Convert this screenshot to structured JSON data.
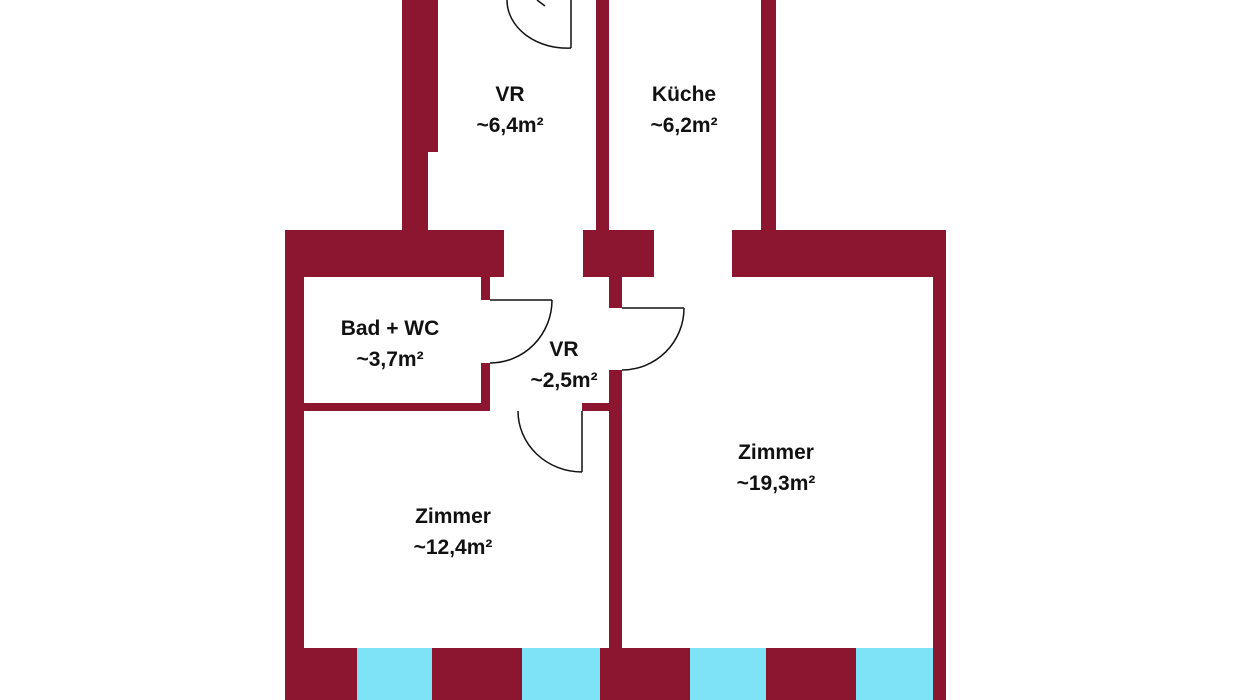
{
  "floorplan": {
    "colors": {
      "wall": "#8c1630",
      "window": "#7fe3f7",
      "background": "#ffffff",
      "door_line": "#111111"
    },
    "rooms": [
      {
        "id": "vr-upper",
        "name": "VR",
        "area": "~6,4m²"
      },
      {
        "id": "kueche",
        "name": "Küche",
        "area": "~6,2m²"
      },
      {
        "id": "bad-wc",
        "name": "Bad + WC",
        "area": "~3,7m²"
      },
      {
        "id": "vr-lower",
        "name": "VR",
        "area": "~2,5m²"
      },
      {
        "id": "zimmer-small",
        "name": "Zimmer",
        "area": "~12,4m²"
      },
      {
        "id": "zimmer-large",
        "name": "Zimmer",
        "area": "~19,3m²"
      }
    ]
  }
}
